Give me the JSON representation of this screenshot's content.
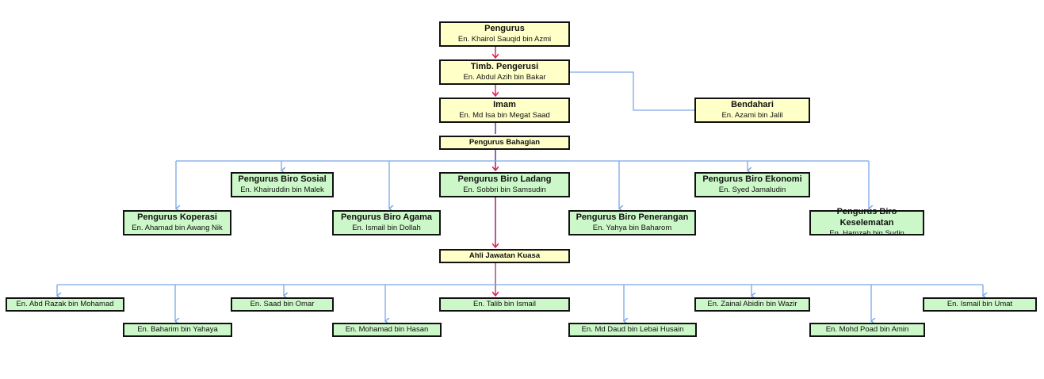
{
  "top": [
    {
      "title": "Pengurus",
      "name": "En. Khairol Sauqid bin Azmi"
    },
    {
      "title": "Timb. Pengerusi",
      "name": "En. Abdul Azih bin Bakar"
    },
    {
      "title": "Imam",
      "name": "En. Md Isa bin Megat Saad"
    },
    {
      "title": "Bendahari",
      "name": "En. Azami bin Jalil"
    }
  ],
  "bahagian_label": "Pengurus Bahagian",
  "biro": [
    {
      "title": "Pengurus Biro Sosial",
      "name": "En. Khairuddin bin Malek"
    },
    {
      "title": "Pengurus Biro Ladang",
      "name": "En. Sobbri bin Samsudin"
    },
    {
      "title": "Pengurus Biro Ekonomi",
      "name": "En. Syed Jamaludin"
    },
    {
      "title": "Pengurus Koperasi",
      "name": "En. Ahamad bin Awang Nik"
    },
    {
      "title": "Pengurus Biro Agama",
      "name": "En. Ismail bin Dollah"
    },
    {
      "title": "Pengurus Biro Penerangan",
      "name": "En. Yahya bin Baharom"
    },
    {
      "title": "Pengurus Biro Keselematan",
      "name": "En. Hamzah bin Sudin"
    }
  ],
  "ajk_label": "Ahli Jawatan Kuasa",
  "ajk": [
    "En. Abd Razak bin Mohamad",
    "En. Saad bin Omar",
    "En. Talib bin Ismail",
    "En. Zainal Abidin bin Wazir",
    "En. Ismail bin Umat",
    "En. Baharim bin Yahaya",
    "En. Mohamad bin Hasan",
    "En. Md Daud bin Lebai Husain",
    "En. Mohd Poad bin Amin"
  ]
}
